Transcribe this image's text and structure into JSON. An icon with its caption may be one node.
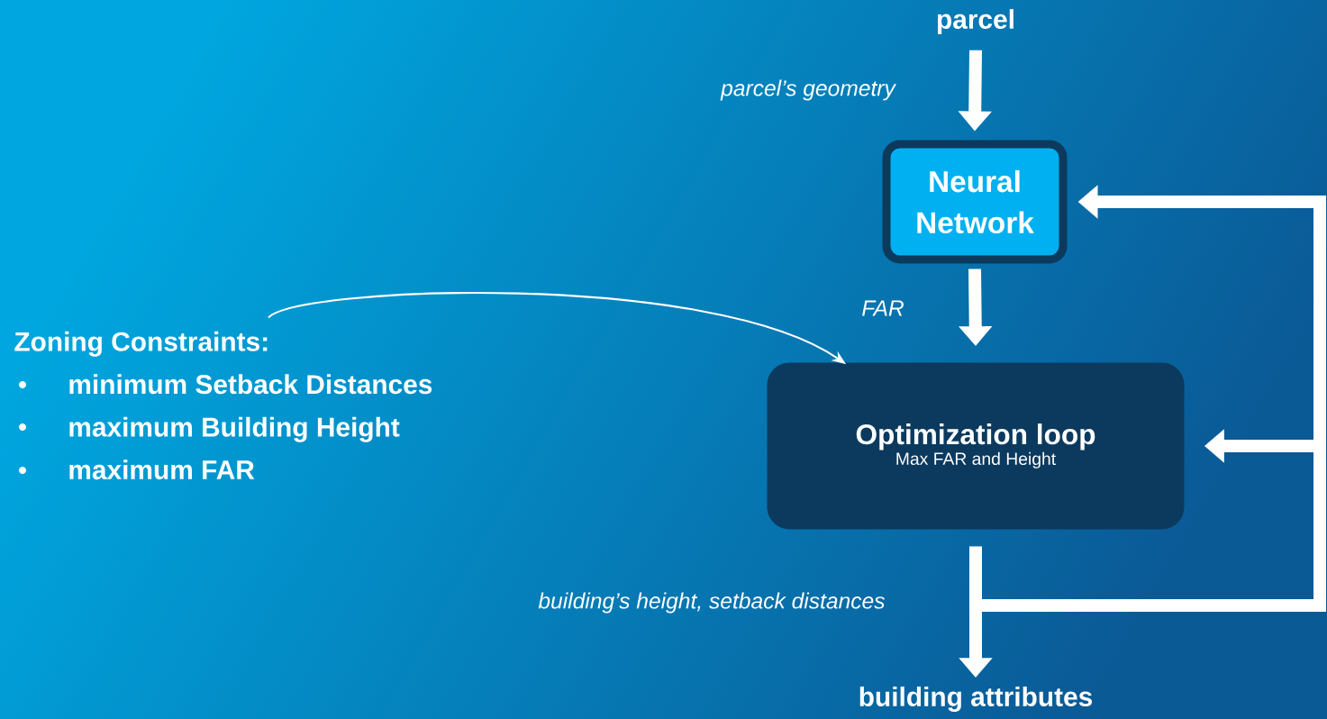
{
  "diagram": {
    "nodes": [
      {
        "text": [
          "parcel"
        ]
      },
      {
        "text": [
          "Neural Network"
        ]
      },
      {
        "text": [
          "Optimization loop",
          "Max FAR and Height"
        ]
      },
      {
        "text": [
          "building attributes"
        ]
      },
      {
        "text": [
          "Zoning Constraints:",
          "minimum Setback Distances",
          "maximum Building Height",
          "maximum FAR"
        ]
      }
    ],
    "edges": [
      {
        "from": 0,
        "to": 1,
        "arrow": "to",
        "label": "parcel’s geometry"
      },
      {
        "from": 1,
        "to": 2,
        "arrow": "to",
        "label": "FAR"
      },
      {
        "from": 2,
        "to": 3,
        "arrow": "to",
        "label": "building’s height, setback distances"
      },
      {
        "from": 2,
        "to": 1,
        "arrow": "to"
      },
      {
        "from": 2,
        "to": 2,
        "arrow": "to"
      },
      {
        "from": 4,
        "to": 2,
        "arrow": "to"
      }
    ]
  }
}
